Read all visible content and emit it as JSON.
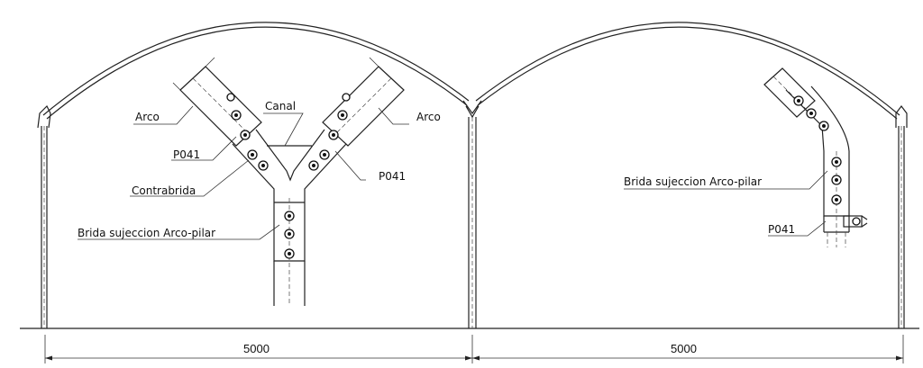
{
  "labels": {
    "arco_left": "Arco",
    "arco_right": "Arco",
    "canal": "Canal",
    "p041_left": "P041",
    "p041_right": "P041",
    "contrabrida": "Contrabrida",
    "brida_left": "Brida sujeccion Arco-pilar",
    "brida_right": "Brida sujeccion Arco-pilar",
    "p041_detail": "P041"
  },
  "dimensions": {
    "span_left": "5000",
    "span_right": "5000"
  },
  "colors": {
    "line": "#222222",
    "background": "#ffffff"
  }
}
